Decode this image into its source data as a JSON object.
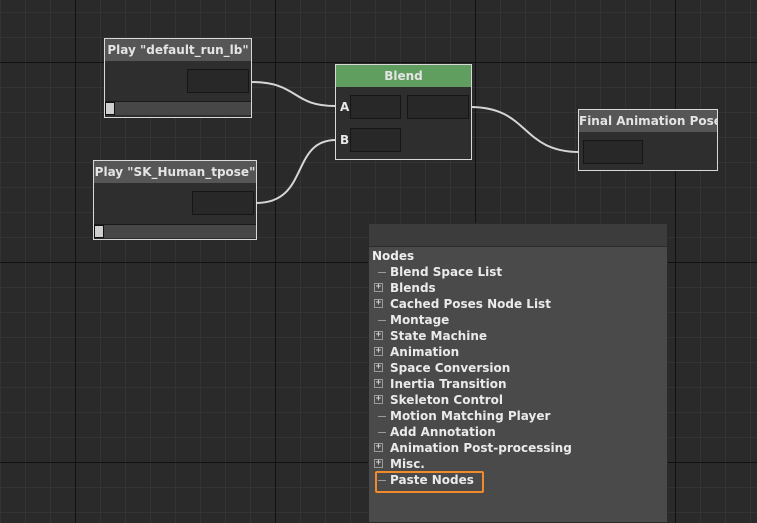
{
  "nodes": {
    "play_run": {
      "title": "Play \"default_run_lb\""
    },
    "play_tpose": {
      "title": "Play \"SK_Human_tpose\""
    },
    "blend": {
      "title": "Blend",
      "pin_a": "A",
      "pin_b": "B"
    },
    "final": {
      "title": "Final Animation Pose"
    }
  },
  "menu": {
    "header": "Nodes",
    "items": [
      {
        "label": "Blend Space List",
        "expandable": false
      },
      {
        "label": "Blends",
        "expandable": true
      },
      {
        "label": "Cached Poses Node List",
        "expandable": true
      },
      {
        "label": "Montage",
        "expandable": false
      },
      {
        "label": "State Machine",
        "expandable": true
      },
      {
        "label": "Animation",
        "expandable": true
      },
      {
        "label": "Space Conversion",
        "expandable": true
      },
      {
        "label": "Inertia Transition",
        "expandable": true
      },
      {
        "label": "Skeleton Control",
        "expandable": true
      },
      {
        "label": "Motion Matching Player",
        "expandable": false
      },
      {
        "label": "Add Annotation",
        "expandable": false
      },
      {
        "label": "Animation Post-processing",
        "expandable": true
      },
      {
        "label": "Misc.",
        "expandable": true
      },
      {
        "label": "Paste Nodes",
        "expandable": false
      }
    ],
    "highlighted_item": "Paste Nodes",
    "highlight_color": "#f08a2a"
  },
  "colors": {
    "blend_header": "#5f9e5f",
    "wire": "#d6d6d6"
  }
}
